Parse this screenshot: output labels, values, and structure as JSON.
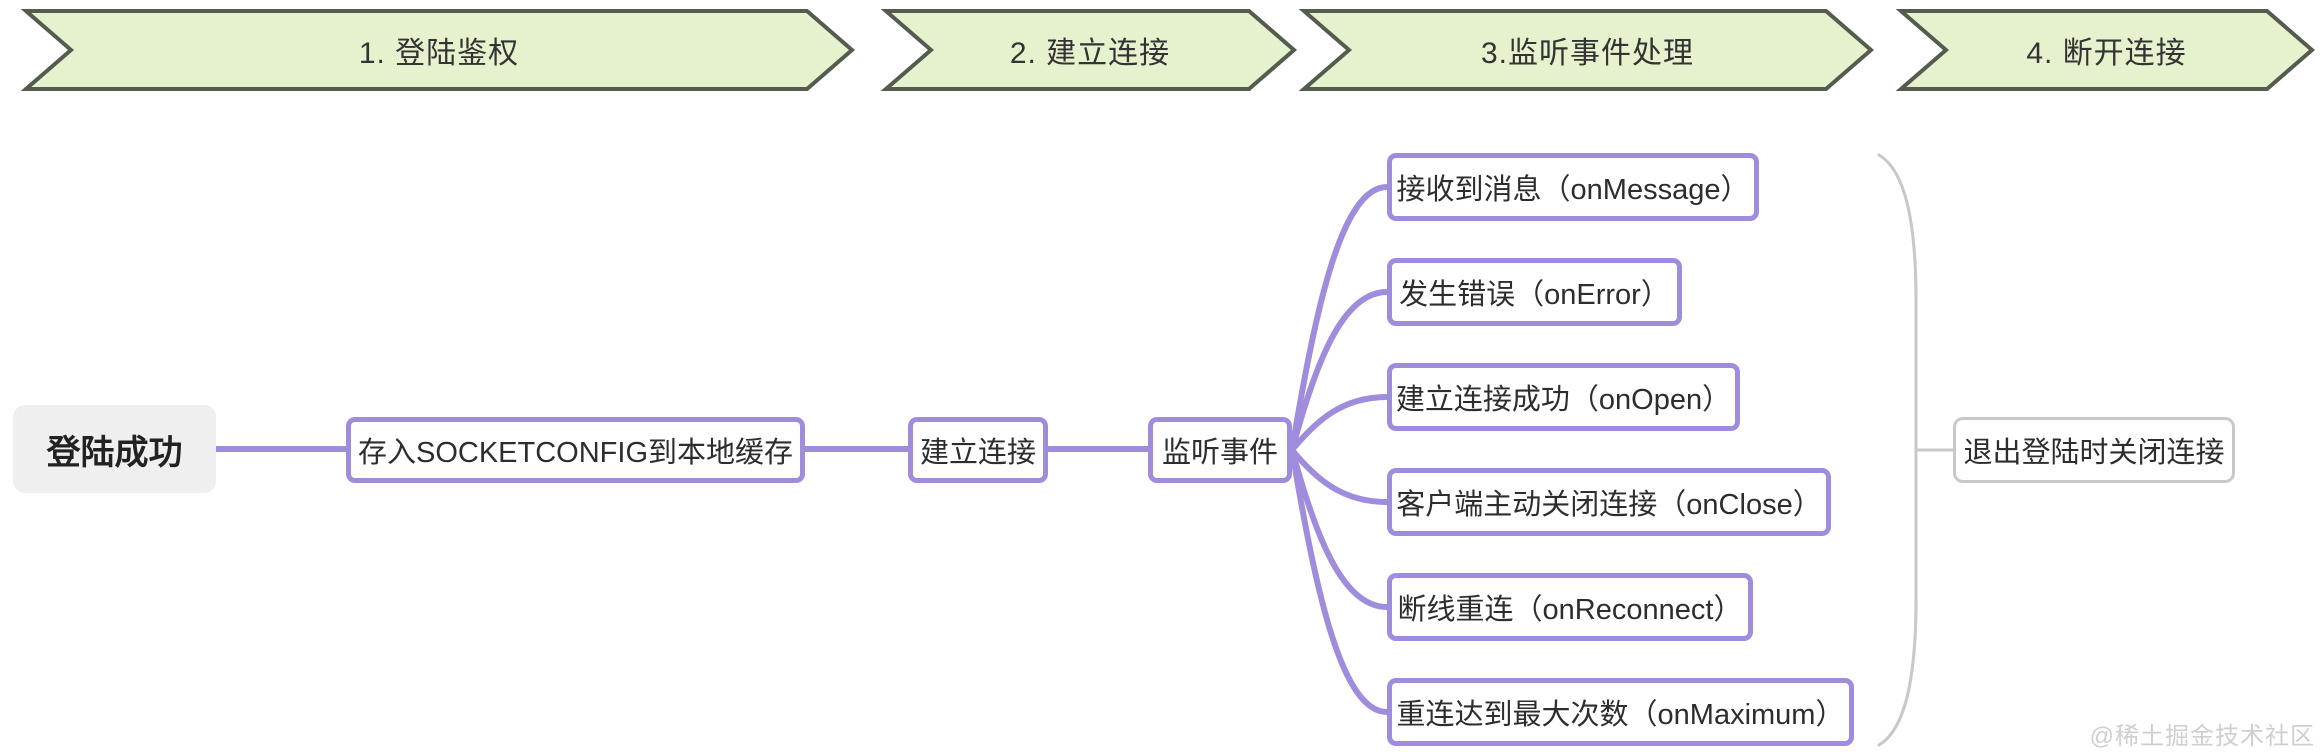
{
  "banners": [
    "1. 登陆鉴权",
    "2. 建立连接",
    "3.监听事件处理",
    "4. 断开连接"
  ],
  "flow": {
    "start": "登陆成功",
    "store_config": "存入SOCKETCONFIG到本地缓存",
    "connect": "建立连接",
    "listen": "监听事件"
  },
  "events": [
    "接收到消息（onMessage）",
    "发生错误（onError）",
    "建立连接成功（onOpen）",
    "客户端主动关闭连接（onClose）",
    "断线重连（onReconnect）",
    "重连达到最大次数（onMaximum）"
  ],
  "disconnect": {
    "label": "退出登陆时关闭连接"
  },
  "watermark": "@稀土掘金技术社区",
  "colors": {
    "banner_fill": "#e6f2cd",
    "banner_border": "#545c50",
    "accent_purple": "#a08cdc",
    "hero_bg": "#efefef",
    "bracket_gray": "#c8c8c8"
  }
}
